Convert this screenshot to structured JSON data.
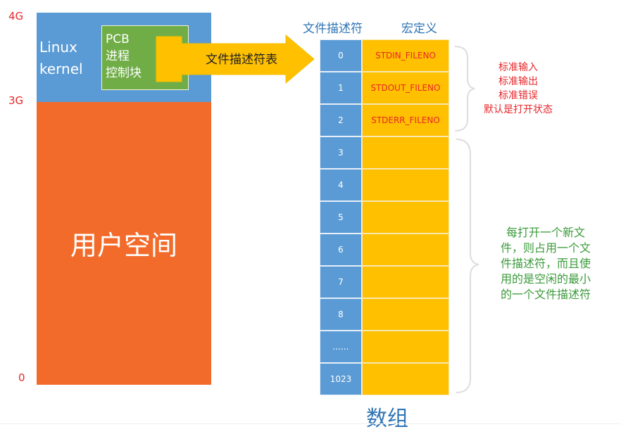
{
  "memory": {
    "addr_top": "4G",
    "addr_kernel": "3G",
    "addr_bottom": "0",
    "kernel_label": "Linux\nkernel",
    "pcb_label": "PCB\n进程\n控制块",
    "user_label": "用户空间"
  },
  "arrow_label": "文件描述符表",
  "table": {
    "col_index_header": "文件描述符",
    "col_macro_header": "宏定义",
    "rows": [
      {
        "index": "0",
        "macro": "STDIN_FILENO"
      },
      {
        "index": "1",
        "macro": "STDOUT_FILENO"
      },
      {
        "index": "2",
        "macro": "STDERR_FILENO"
      },
      {
        "index": "3",
        "macro": ""
      },
      {
        "index": "4",
        "macro": ""
      },
      {
        "index": "5",
        "macro": ""
      },
      {
        "index": "6",
        "macro": ""
      },
      {
        "index": "7",
        "macro": ""
      },
      {
        "index": "8",
        "macro": ""
      },
      {
        "index": "......",
        "macro": ""
      },
      {
        "index": "1023",
        "macro": ""
      }
    ],
    "array_label": "数组"
  },
  "notes": {
    "std_note": "标准输入\n标准输出\n标准错误\n默认是打开状态",
    "alloc_note": "每打开一个新文\n件，则占用一个文\n件描述符，而且使\n用的是空闲的最小\n的一个文件描述符"
  },
  "colors": {
    "kernel": "#5b9bd5",
    "user": "#f26b2a",
    "pcb": "#70ad47",
    "arrow": "#ffc000",
    "index_col": "#5b9bd5",
    "macro_col": "#ffc000"
  }
}
